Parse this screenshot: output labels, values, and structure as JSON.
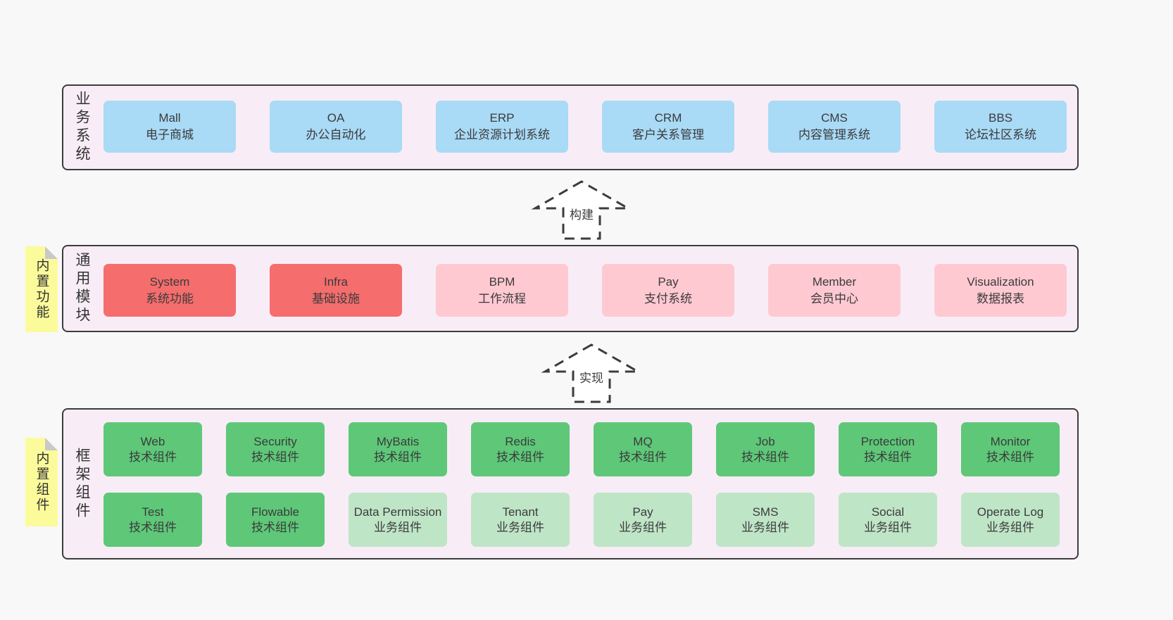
{
  "colors": {
    "page_bg": "#f8f8f8",
    "band_bg": "#f8edf6",
    "band_border": "#3c3c3c",
    "blue": "#a9daf6",
    "red": "#f56d6d",
    "pink": "#ffc9d2",
    "green": "#5ec878",
    "light_green": "#bfe5c7",
    "sticky_yellow": "#fbfb9b",
    "sticky_fold": "#c9c9c9",
    "text": "#3b3b3b"
  },
  "band1": {
    "label": "业务系统",
    "boxes": [
      {
        "title": "Mall",
        "subtitle": "电子商城"
      },
      {
        "title": "OA",
        "subtitle": "办公自动化"
      },
      {
        "title": "ERP",
        "subtitle": "企业资源计划系统"
      },
      {
        "title": "CRM",
        "subtitle": "客户关系管理"
      },
      {
        "title": "CMS",
        "subtitle": "内容管理系统"
      },
      {
        "title": "BBS",
        "subtitle": "论坛社区系统"
      }
    ]
  },
  "arrows": {
    "build": "构建",
    "implement": "实现"
  },
  "band2": {
    "label": "通用模块",
    "note": "内置功能",
    "boxes": [
      {
        "title": "System",
        "subtitle": "系统功能"
      },
      {
        "title": "Infra",
        "subtitle": "基础设施"
      },
      {
        "title": "BPM",
        "subtitle": "工作流程"
      },
      {
        "title": "Pay",
        "subtitle": "支付系统"
      },
      {
        "title": "Member",
        "subtitle": "会员中心"
      },
      {
        "title": "Visualization",
        "subtitle": "数据报表"
      }
    ]
  },
  "band3": {
    "label": "框架组件",
    "note": "内置组件",
    "row1": [
      {
        "title": "Web",
        "subtitle": "技术组件"
      },
      {
        "title": "Security",
        "subtitle": "技术组件"
      },
      {
        "title": "MyBatis",
        "subtitle": "技术组件"
      },
      {
        "title": "Redis",
        "subtitle": "技术组件"
      },
      {
        "title": "MQ",
        "subtitle": "技术组件"
      },
      {
        "title": "Job",
        "subtitle": "技术组件"
      },
      {
        "title": "Protection",
        "subtitle": "技术组件"
      },
      {
        "title": "Monitor",
        "subtitle": "技术组件"
      }
    ],
    "row2": [
      {
        "title": "Test",
        "subtitle": "技术组件"
      },
      {
        "title": "Flowable",
        "subtitle": "技术组件"
      },
      {
        "title": "Data Permission",
        "subtitle": "业务组件"
      },
      {
        "title": "Tenant",
        "subtitle": "业务组件"
      },
      {
        "title": "Pay",
        "subtitle": "业务组件"
      },
      {
        "title": "SMS",
        "subtitle": "业务组件"
      },
      {
        "title": "Social",
        "subtitle": "业务组件"
      },
      {
        "title": "Operate Log",
        "subtitle": "业务组件"
      }
    ]
  }
}
